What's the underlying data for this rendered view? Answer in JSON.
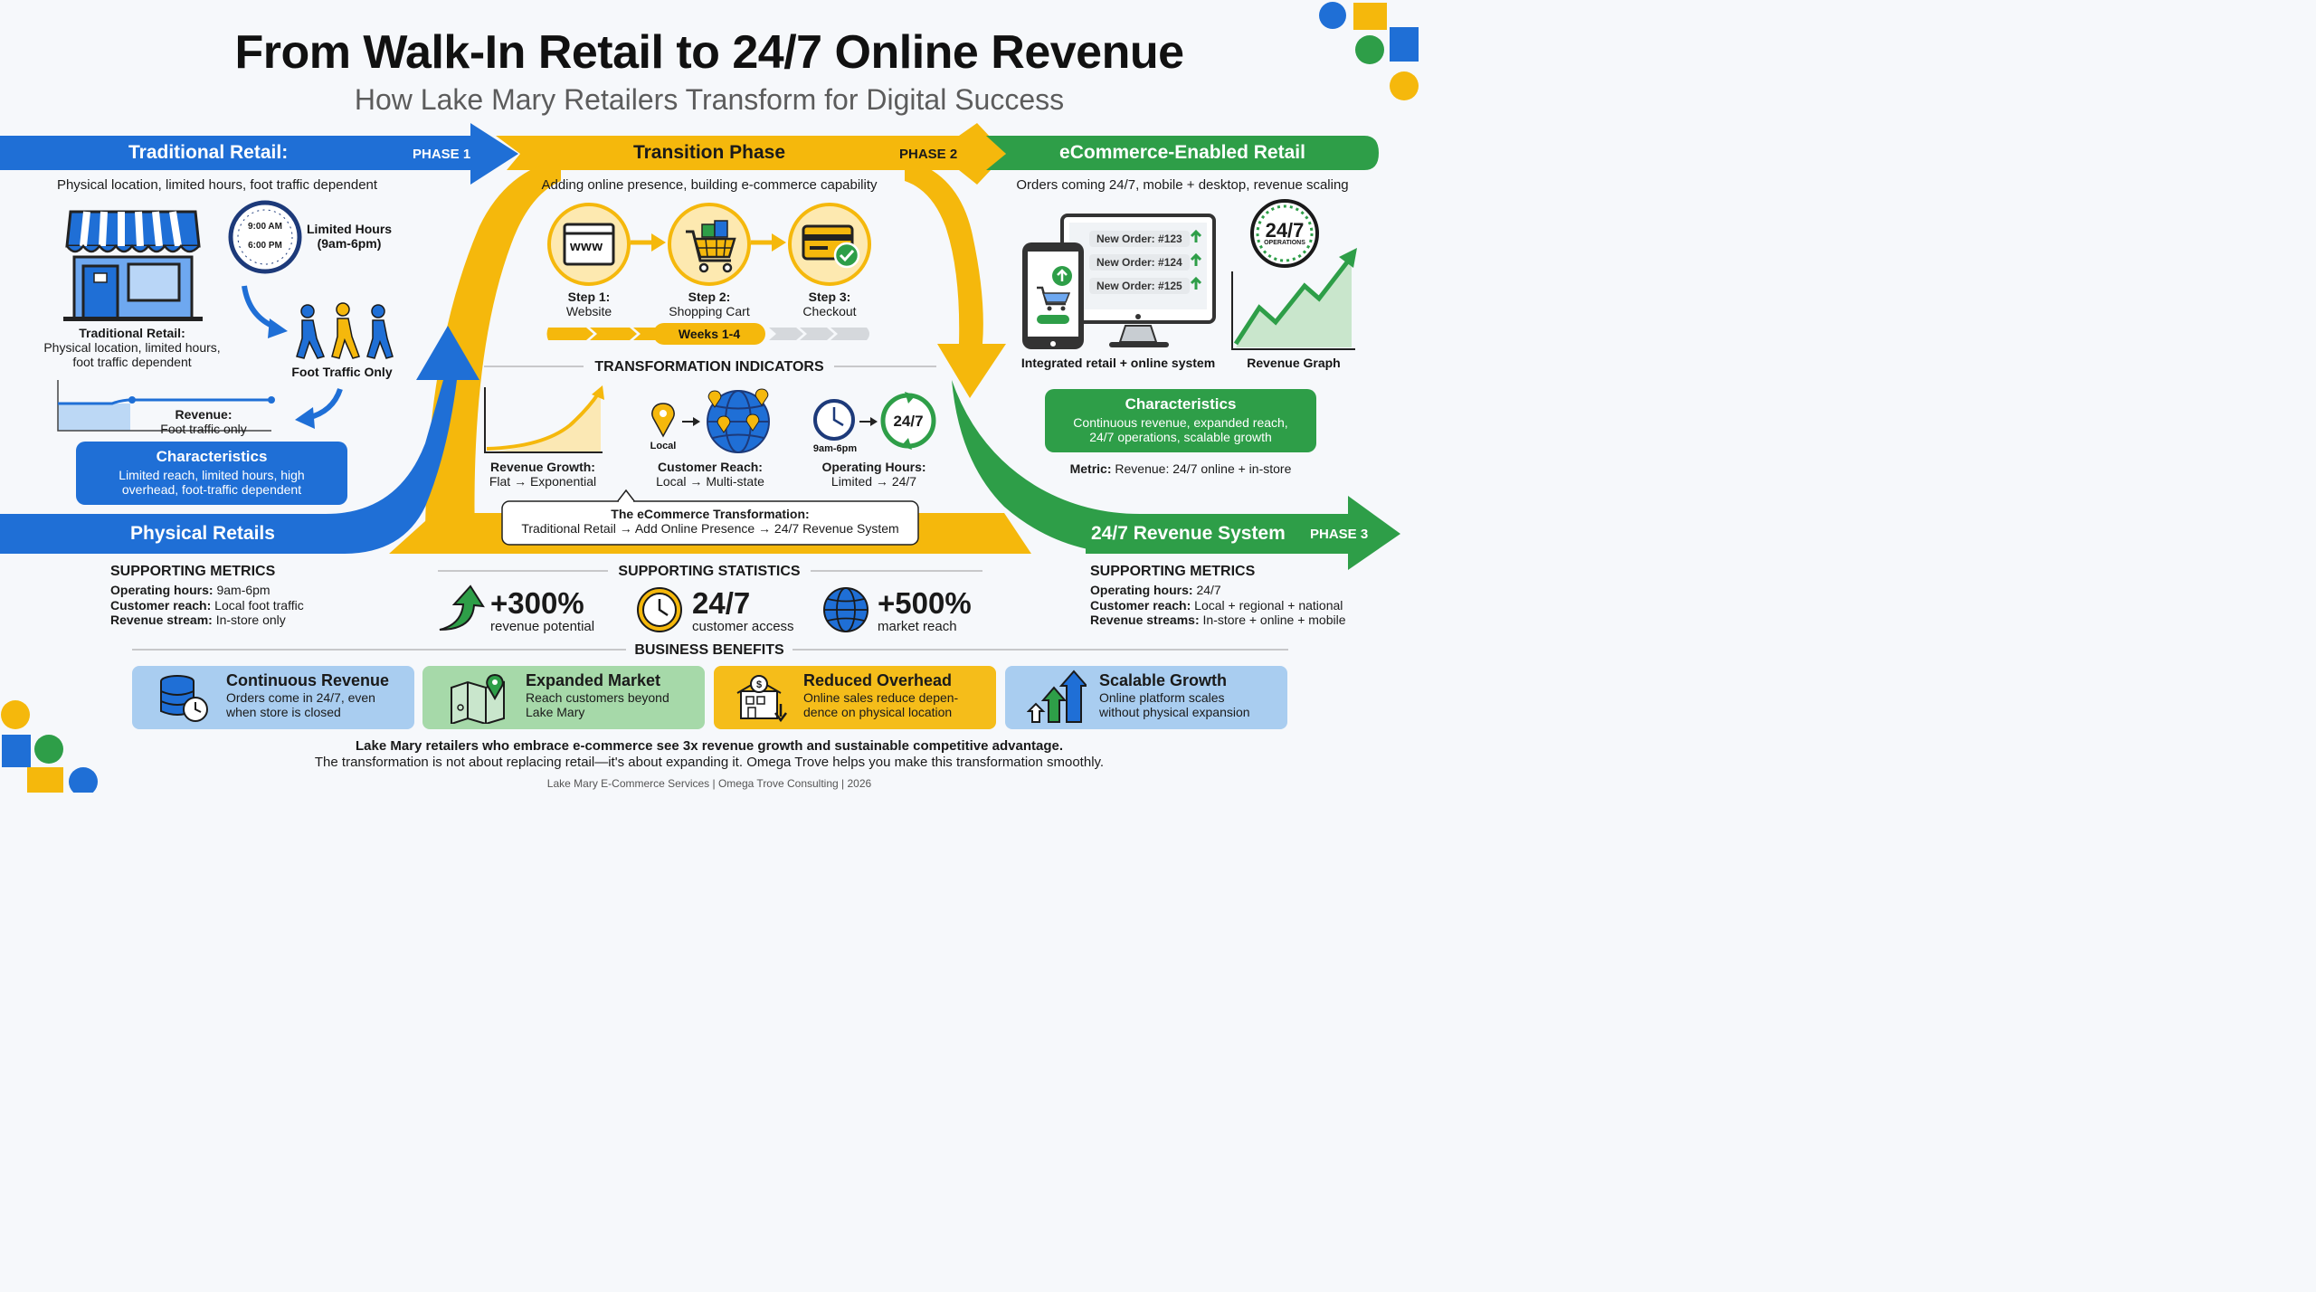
{
  "title": "From Walk-In Retail to 24/7 Online Revenue",
  "subtitle": "How Lake Mary Retailers Transform for Digital Success",
  "phase1": {
    "header": "Traditional Retail:",
    "phase_label": "PHASE 1",
    "description": "Physical location, limited hours, foot traffic dependent",
    "clock_times": [
      "9:00 AM",
      "6:00 PM"
    ],
    "hours_label": "Limited Hours (9am-6pm)",
    "hours_line1": "Limited Hours",
    "hours_line2": "(9am-6pm)",
    "store_caption_title": "Traditional Retail:",
    "store_caption_line1": "Physical location, limited hours,",
    "store_caption_line2": "foot traffic dependent",
    "foot_traffic_label": "Foot Traffic Only",
    "revenue_label": "Revenue:",
    "revenue_sub": "Foot traffic only",
    "characteristics_title": "Characteristics",
    "characteristics_line1": "Limited reach, limited hours, high",
    "characteristics_line2": "overhead, foot-traffic dependent",
    "bottom_label": "Physical Retails",
    "metrics_title": "SUPPORTING METRICS",
    "metrics": [
      {
        "key": "Operating hours:",
        "value": "9am-6pm"
      },
      {
        "key": "Customer reach:",
        "value": "Local foot traffic"
      },
      {
        "key": "Revenue stream:",
        "value": "In-store only"
      }
    ]
  },
  "phase2": {
    "header": "Transition Phase",
    "phase_label": "PHASE 2",
    "description": "Adding online presence, building e-commerce capability",
    "steps": [
      {
        "title": "Step 1:",
        "label": "Website",
        "icon": "www-icon"
      },
      {
        "title": "Step 2:",
        "label": "Shopping Cart",
        "icon": "cart-icon"
      },
      {
        "title": "Step 3:",
        "label": "Checkout",
        "icon": "card-check-icon"
      }
    ],
    "www_text": "www",
    "weeks_label": "Weeks 1-4",
    "indicators_title": "TRANSFORMATION INDICATORS",
    "indicators": [
      {
        "title": "Revenue Growth:",
        "text": "Flat → Exponential"
      },
      {
        "title": "Customer Reach:",
        "text": "Local → Multi-state",
        "icon_label": "Local"
      },
      {
        "title": "Operating Hours:",
        "text": "Limited → 24/7",
        "icon_label": "9am-6pm",
        "badge": "24/7"
      }
    ],
    "transformation_title": "The eCommerce Transformation:",
    "transformation_text": "Traditional Retail → Add Online Presence → 24/7 Revenue System"
  },
  "phase3": {
    "header": "eCommerce-Enabled Retail",
    "description": "Orders coming 24/7, mobile + desktop, revenue scaling",
    "orders": [
      "New Order: #123",
      "New Order: #124",
      "New Order: #125"
    ],
    "badge_big": "24/7",
    "badge_small": "OPERATIONS",
    "system_label": "Integrated retail + online system",
    "graph_label": "Revenue Graph",
    "characteristics_title": "Characteristics",
    "characteristics_line1": "Continuous revenue, expanded reach,",
    "characteristics_line2": "24/7 operations, scalable growth",
    "metric_key": "Metric:",
    "metric_value": "Revenue: 24/7 online + in-store",
    "bottom_label": "24/7 Revenue System",
    "phase_label": "PHASE 3",
    "metrics_title": "SUPPORTING METRICS",
    "metrics": [
      {
        "key": "Operating hours:",
        "value": "24/7"
      },
      {
        "key": "Customer reach:",
        "value": "Local + regional + national"
      },
      {
        "key": "Revenue streams:",
        "value": "In-store + online + mobile"
      }
    ]
  },
  "statistics": {
    "title": "SUPPORTING STATISTICS",
    "items": [
      {
        "value": "+300%",
        "label": "revenue potential",
        "icon": "arrow-up-icon"
      },
      {
        "value": "24/7",
        "label": "customer access",
        "icon": "clock-icon"
      },
      {
        "value": "+500%",
        "label": "market reach",
        "icon": "globe-icon"
      }
    ]
  },
  "benefits": {
    "title": "BUSINESS BENEFITS",
    "items": [
      {
        "title": "Continuous Revenue",
        "line1": "Orders come in 24/7, even",
        "line2": "when store is closed",
        "color": "#a9cdf0",
        "icon": "database-clock-icon"
      },
      {
        "title": "Expanded Market",
        "line1": "Reach customers beyond",
        "line2": "Lake Mary",
        "color": "#a6d9a9",
        "icon": "map-pin-icon"
      },
      {
        "title": "Reduced Overhead",
        "line1": "Online sales reduce depen-",
        "line2": "dence on physical location",
        "color": "#f5bd1a",
        "icon": "building-dollar-icon"
      },
      {
        "title": "Scalable Growth",
        "line1": "Online platform scales",
        "line2": "without physical expansion",
        "color": "#a9cdf0",
        "icon": "growth-arrows-icon"
      }
    ]
  },
  "footer": {
    "line1": "Lake Mary retailers who embrace e-commerce see 3x revenue growth and sustainable competitive advantage.",
    "line2": "The transformation is not about replacing retail—it's about expanding it. Omega Trove helps you make this transformation smoothly.",
    "credit": "Lake Mary E-Commerce Services | Omega Trove Consulting | 2026"
  },
  "colors": {
    "blue": "#1f6fd6",
    "yellow": "#f5b80c",
    "green": "#2e9e48",
    "red": "#1f55b8"
  }
}
